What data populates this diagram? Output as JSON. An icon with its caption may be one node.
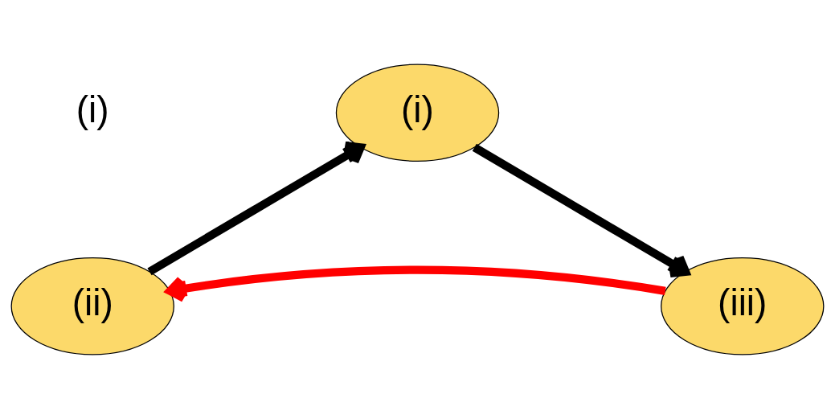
{
  "diagram": {
    "nodes": [
      {
        "text": [
          "(i)"
        ]
      },
      {
        "text": [
          "(ii)"
        ]
      },
      {
        "text": [
          "(iii)"
        ]
      }
    ],
    "edges": [
      {
        "from": 1,
        "to": 0,
        "arrow": "to"
      },
      {
        "from": 0,
        "to": 2,
        "arrow": "to"
      },
      {
        "from": 2,
        "to": 1,
        "arrow": "to",
        "color": "#ff0000"
      }
    ],
    "labels": [
      "(i)"
    ]
  }
}
